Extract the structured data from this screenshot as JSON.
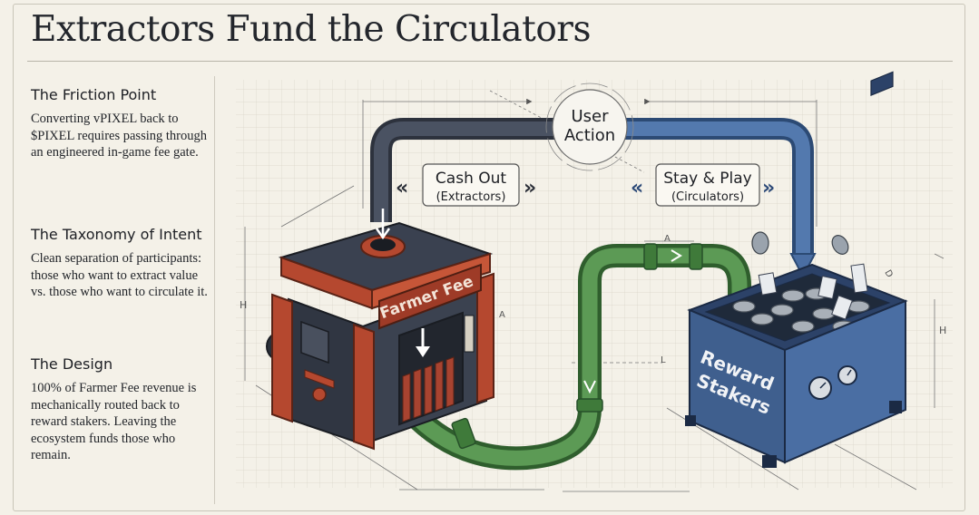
{
  "title": "Extractors Fund the Circulators",
  "sections": [
    {
      "heading": "The Friction Point",
      "body": "Converting vPIXEL back to $PIXEL requires passing through an engineered in-game fee gate."
    },
    {
      "heading": "The Taxonomy of Intent",
      "body": "Clean separation of participants: those who want to extract value vs. those who want to circulate it."
    },
    {
      "heading": "The Design",
      "body": "100% of Farmer Fee revenue is mechanically routed back to reward stakers. Leaving the ecosystem funds those who remain."
    }
  ],
  "diagram": {
    "user_action_line1": "User",
    "user_action_line2": "Action",
    "cash_out_label": "Cash Out",
    "cash_out_sub": "(Extractors)",
    "stay_play_label": "Stay & Play",
    "stay_play_sub": "(Circulators)",
    "farmer_fee_label": "Farmer Fee",
    "reward_line1": "Reward",
    "reward_line2": "Stakers",
    "dim_a": "A",
    "dim_h": "H",
    "dim_d": "D",
    "dim_l": "L"
  },
  "colors": {
    "background": "#f4f1e8",
    "dark_pipe": "#3a4150",
    "blue_pipe": "#4a6ea3",
    "green_pipe": "#4f8a4a",
    "fee_red": "#b5482f",
    "machine_dark": "#343a46",
    "crate_blue": "#3f5f8e"
  }
}
